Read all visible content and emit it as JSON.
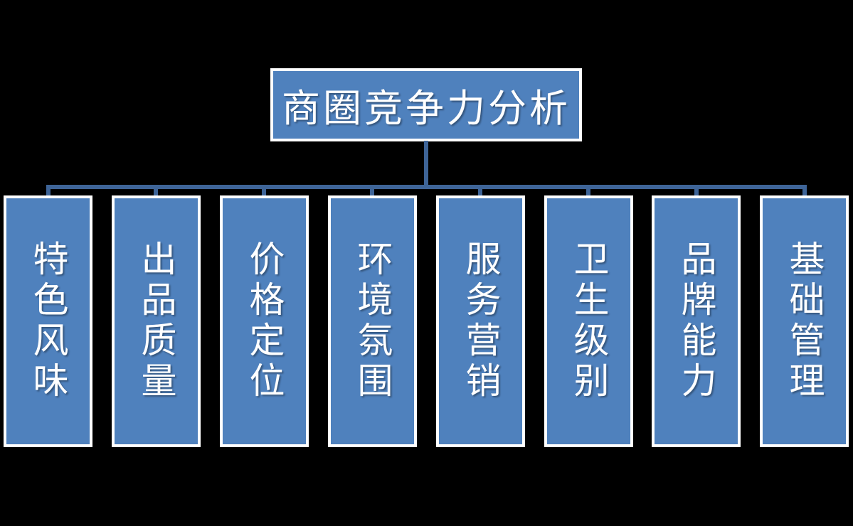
{
  "diagram": {
    "title": "商圈竞争力分析",
    "root": {
      "label": "商圈竞争力分析"
    },
    "children": [
      {
        "label": "特色风味"
      },
      {
        "label": "出品质量"
      },
      {
        "label": "价格定位"
      },
      {
        "label": "环境氛围"
      },
      {
        "label": "服务营销"
      },
      {
        "label": "卫生级别"
      },
      {
        "label": "品牌能力"
      },
      {
        "label": "基础管理"
      }
    ]
  },
  "colors": {
    "background": "#000000",
    "node_fill": "#4F81BD",
    "node_border": "#FFFFFF",
    "connector": "#3E6497",
    "text": "#FFFFFF"
  }
}
